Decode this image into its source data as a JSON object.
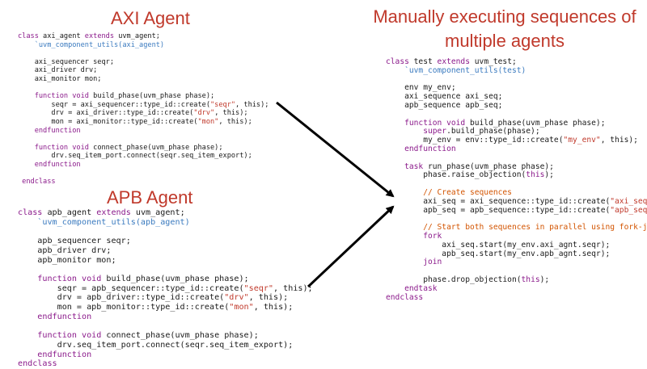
{
  "titles": {
    "axi": "AXI Agent",
    "apb": "APB Agent",
    "test_line1": "Manually executing sequences of",
    "test_line2": "multiple agents"
  },
  "colors": {
    "title": "#c0392b",
    "keyword": "#8b1a8b",
    "string": "#c0392b",
    "macro": "#3a7abf",
    "comment": "#d35400"
  },
  "code_blocks": {
    "axi_agent": [
      [
        [
          "kw",
          "class "
        ],
        [
          "pl",
          "axi_agent "
        ],
        [
          "kw",
          "extends "
        ],
        [
          "pl",
          "uvm_agent;"
        ]
      ],
      [
        [
          "mac",
          "    `uvm_component_utils(axi_agent)"
        ]
      ],
      [
        [
          "pl",
          ""
        ]
      ],
      [
        [
          "pl",
          "    axi_sequencer seqr;"
        ]
      ],
      [
        [
          "pl",
          "    axi_driver drv;"
        ]
      ],
      [
        [
          "pl",
          "    axi_monitor mon;"
        ]
      ],
      [
        [
          "pl",
          ""
        ]
      ],
      [
        [
          "kw",
          "    function void "
        ],
        [
          "pl",
          "build_phase(uvm_phase phase);"
        ]
      ],
      [
        [
          "pl",
          "        seqr = axi_sequencer::type_id::create("
        ],
        [
          "str",
          "\"seqr\""
        ],
        [
          "pl",
          ", this);"
        ]
      ],
      [
        [
          "pl",
          "        drv = axi_driver::type_id::create("
        ],
        [
          "str",
          "\"drv\""
        ],
        [
          "pl",
          ", this);"
        ]
      ],
      [
        [
          "pl",
          "        mon = axi_monitor::type_id::create("
        ],
        [
          "str",
          "\"mon\""
        ],
        [
          "pl",
          ", this);"
        ]
      ],
      [
        [
          "kw",
          "    endfunction"
        ]
      ],
      [
        [
          "pl",
          ""
        ]
      ],
      [
        [
          "kw",
          "    function void "
        ],
        [
          "pl",
          "connect_phase(uvm_phase phase);"
        ]
      ],
      [
        [
          "pl",
          "        drv.seq_item_port.connect(seqr.seq_item_export);"
        ]
      ],
      [
        [
          "kw",
          "    endfunction"
        ]
      ],
      [
        [
          "pl",
          ""
        ]
      ],
      [
        [
          "kw",
          " endclass"
        ]
      ]
    ],
    "apb_agent": [
      [
        [
          "kw",
          "class "
        ],
        [
          "pl",
          "apb_agent "
        ],
        [
          "kw",
          "extends "
        ],
        [
          "pl",
          "uvm_agent;"
        ]
      ],
      [
        [
          "mac",
          "    `uvm_component_utils(apb_agent)"
        ]
      ],
      [
        [
          "pl",
          ""
        ]
      ],
      [
        [
          "pl",
          "    apb_sequencer seqr;"
        ]
      ],
      [
        [
          "pl",
          "    apb_driver drv;"
        ]
      ],
      [
        [
          "pl",
          "    apb_monitor mon;"
        ]
      ],
      [
        [
          "pl",
          ""
        ]
      ],
      [
        [
          "kw",
          "    function void "
        ],
        [
          "pl",
          "build_phase(uvm_phase phase);"
        ]
      ],
      [
        [
          "pl",
          "        seqr = apb_sequencer::type_id::create("
        ],
        [
          "str",
          "\"seqr\""
        ],
        [
          "pl",
          ", this);"
        ]
      ],
      [
        [
          "pl",
          "        drv = apb_driver::type_id::create("
        ],
        [
          "str",
          "\"drv\""
        ],
        [
          "pl",
          ", this);"
        ]
      ],
      [
        [
          "pl",
          "        mon = apb_monitor::type_id::create("
        ],
        [
          "str",
          "\"mon\""
        ],
        [
          "pl",
          ", this);"
        ]
      ],
      [
        [
          "kw",
          "    endfunction"
        ]
      ],
      [
        [
          "pl",
          ""
        ]
      ],
      [
        [
          "kw",
          "    function void "
        ],
        [
          "pl",
          "connect_phase(uvm_phase phase);"
        ]
      ],
      [
        [
          "pl",
          "        drv.seq_item_port.connect(seqr.seq_item_export);"
        ]
      ],
      [
        [
          "kw",
          "    endfunction"
        ]
      ],
      [
        [
          "kw",
          "endclass"
        ]
      ]
    ],
    "test": [
      [
        [
          "kw",
          "class "
        ],
        [
          "pl",
          "test "
        ],
        [
          "kw",
          "extends "
        ],
        [
          "pl",
          "uvm_test;"
        ]
      ],
      [
        [
          "mac",
          "    `uvm_component_utils(test)"
        ]
      ],
      [
        [
          "pl",
          ""
        ]
      ],
      [
        [
          "pl",
          "    env my_env;"
        ]
      ],
      [
        [
          "pl",
          "    axi_sequence axi_seq;"
        ]
      ],
      [
        [
          "pl",
          "    apb_sequence apb_seq;"
        ]
      ],
      [
        [
          "pl",
          ""
        ]
      ],
      [
        [
          "kw",
          "    function void "
        ],
        [
          "pl",
          "build_phase(uvm_phase phase);"
        ]
      ],
      [
        [
          "kw",
          "        super"
        ],
        [
          "pl",
          ".build_phase(phase);"
        ]
      ],
      [
        [
          "pl",
          "        my_env = env::type_id::create("
        ],
        [
          "str",
          "\"my_env\""
        ],
        [
          "pl",
          ", this);"
        ]
      ],
      [
        [
          "kw",
          "    endfunction"
        ]
      ],
      [
        [
          "pl",
          ""
        ]
      ],
      [
        [
          "kw",
          "    task "
        ],
        [
          "pl",
          "run_phase(uvm_phase phase);"
        ]
      ],
      [
        [
          "pl",
          "        phase.raise_objection("
        ],
        [
          "kw",
          "this"
        ],
        [
          "pl",
          ");"
        ]
      ],
      [
        [
          "pl",
          ""
        ]
      ],
      [
        [
          "cm",
          "        // Create sequences"
        ]
      ],
      [
        [
          "pl",
          "        axi_seq = axi_sequence::type_id::create("
        ],
        [
          "str",
          "\"axi_seq\""
        ],
        [
          "pl",
          ");"
        ]
      ],
      [
        [
          "pl",
          "        apb_seq = apb_sequence::type_id::create("
        ],
        [
          "str",
          "\"apb_seq\""
        ],
        [
          "pl",
          ");"
        ]
      ],
      [
        [
          "pl",
          ""
        ]
      ],
      [
        [
          "cm",
          "        // Start both sequences in parallel using fork-join"
        ]
      ],
      [
        [
          "kw",
          "        fork"
        ]
      ],
      [
        [
          "pl",
          "            axi_seq.start(my_env.axi_agnt.seqr);"
        ]
      ],
      [
        [
          "pl",
          "            apb_seq.start(my_env.apb_agnt.seqr);"
        ]
      ],
      [
        [
          "kw",
          "        join"
        ]
      ],
      [
        [
          "pl",
          ""
        ]
      ],
      [
        [
          "pl",
          "        phase.drop_objection("
        ],
        [
          "kw",
          "this"
        ],
        [
          "pl",
          ");"
        ]
      ],
      [
        [
          "kw",
          "    endtask"
        ]
      ],
      [
        [
          "kw",
          "endclass"
        ]
      ]
    ]
  }
}
